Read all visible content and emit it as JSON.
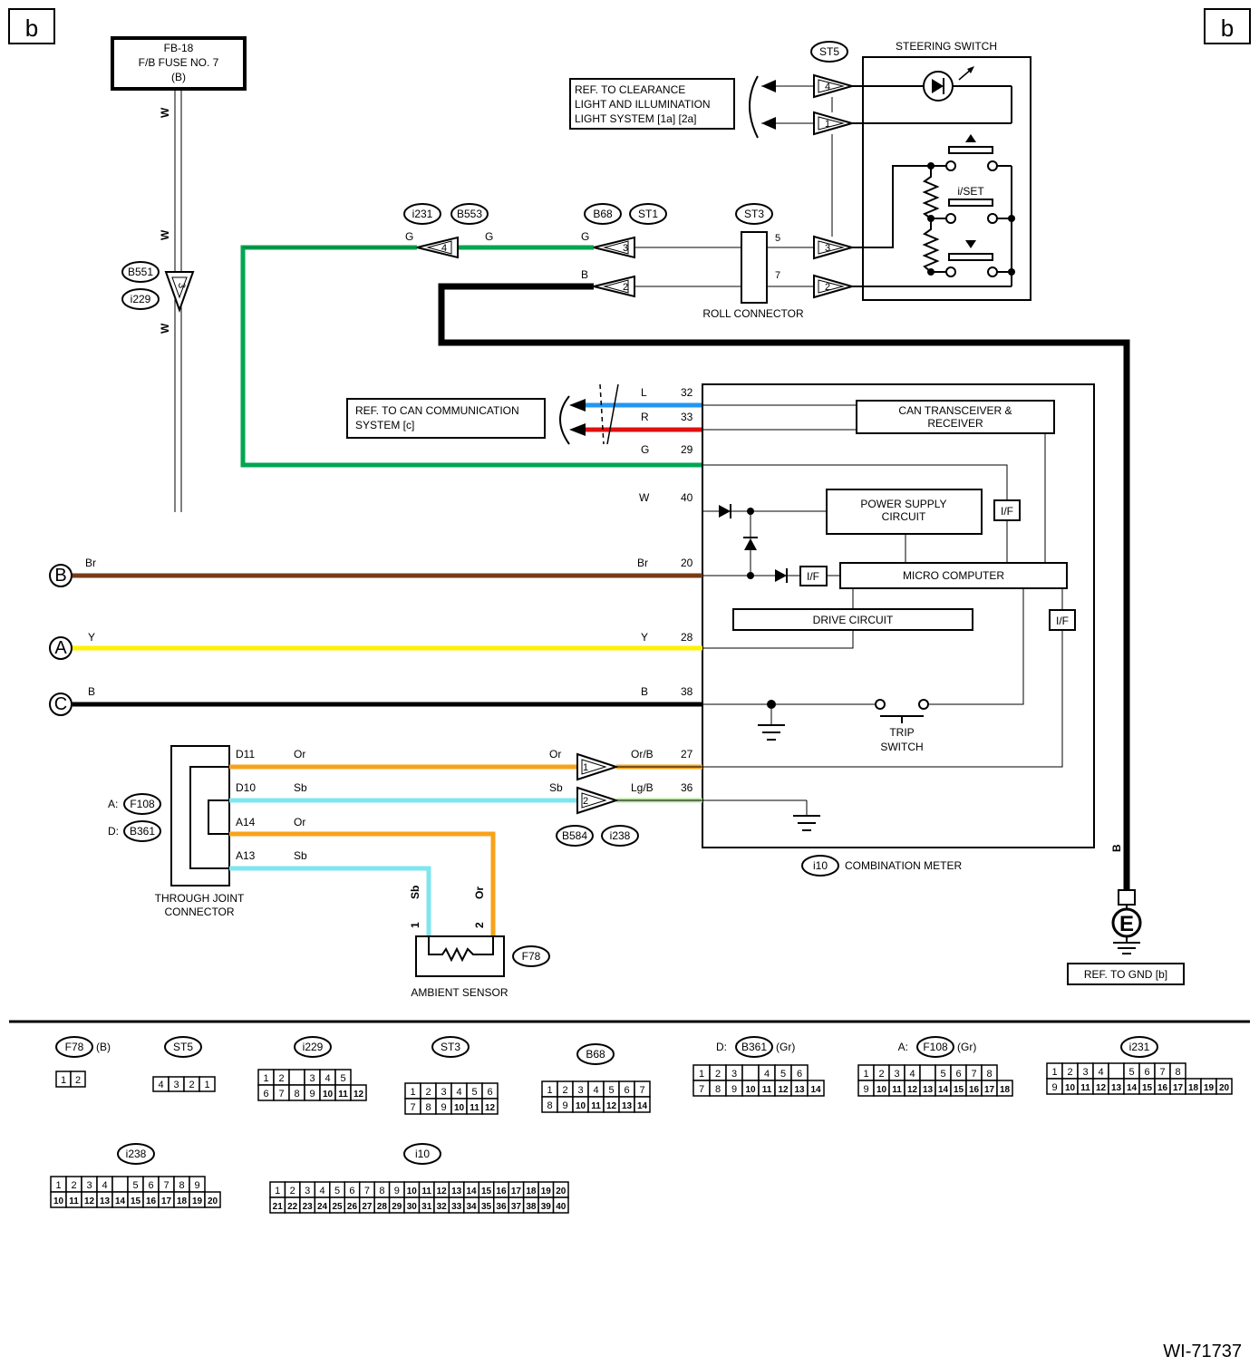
{
  "corner_labels": [
    "b",
    "b"
  ],
  "footer_code": "WI-71737",
  "fuse": {
    "line1": "FB-18",
    "line2": "F/B FUSE NO. 7",
    "line3": "(B)"
  },
  "wire_labels": {
    "w": "W",
    "g": "G",
    "b": "B",
    "l": "L",
    "r": "R",
    "br": "Br",
    "y": "Y",
    "or": "Or",
    "sb": "Sb",
    "orb": "Or/B",
    "lgb": "Lg/B"
  },
  "connectors": {
    "b551": "B551",
    "i229": "i229",
    "i231": "i231",
    "b553": "B553",
    "b68": "B68",
    "st1": "ST1",
    "st3": "ST3",
    "st5": "ST5",
    "b584": "B584",
    "i238": "i238",
    "i10": "i10",
    "f108": "F108",
    "b361": "B361",
    "f78": "F78"
  },
  "pins": {
    "p1": "1",
    "p2": "2",
    "p3": "3",
    "p4": "4",
    "p5": "5",
    "p7": "7",
    "m32": "32",
    "m33": "33",
    "m29": "29",
    "m40": "40",
    "m20": "20",
    "m28": "28",
    "m38": "38",
    "m27": "27",
    "m36": "36",
    "d11": "D11",
    "d10": "D10",
    "a14": "A14",
    "a13": "A13"
  },
  "refs": {
    "clearance": [
      "REF. TO CLEARANCE",
      "LIGHT AND ILLUMINATION",
      "LIGHT SYSTEM [1a] [2a]"
    ],
    "can": [
      "REF. TO CAN COMMUNICATION",
      "SYSTEM [c]"
    ],
    "gnd": "REF. TO GND [b]"
  },
  "components": {
    "steering_switch": "STEERING SWITCH",
    "iset": "i/SET",
    "roll_connector": "ROLL CONNECTOR",
    "can_transceiver": [
      "CAN TRANSCEIVER &",
      "RECEIVER"
    ],
    "power_supply": [
      "POWER SUPPLY",
      "CIRCUIT"
    ],
    "micro_computer": "MICRO COMPUTER",
    "drive_circuit": "DRIVE CIRCUIT",
    "if": "I/F",
    "trip_switch": [
      "TRIP",
      "SWITCH"
    ],
    "combination_meter": "COMBINATION METER",
    "through_joint": [
      "THROUGH JOINT",
      "CONNECTOR"
    ],
    "ambient_sensor": "AMBIENT SENSOR",
    "ground_symbol": "E"
  },
  "side_terminals": [
    "B",
    "A",
    "C"
  ],
  "prefixes": {
    "a": "A:",
    "d": "D:"
  },
  "colors": {
    "green": "#00a651",
    "blue": "#2196f3",
    "red": "#e01010",
    "brown": "#7a3b14",
    "yellow": "#fff200",
    "orange": "#f7a21b",
    "sky": "#7fe6f0",
    "lightgreen": "#b8e6a0",
    "black": "#000000"
  },
  "legend": [
    {
      "name": "F78",
      "suffix": "(B)",
      "rows": [
        [
          "1",
          "2"
        ]
      ]
    },
    {
      "name": "ST5",
      "suffix": "",
      "rows": [
        [
          "4",
          "3",
          "2",
          "1"
        ]
      ]
    },
    {
      "name": "i229",
      "suffix": "",
      "rows": [
        [
          "1",
          "2",
          "",
          "3",
          "4",
          "5"
        ],
        [
          "6",
          "7",
          "8",
          "9",
          "10",
          "11",
          "12"
        ]
      ]
    },
    {
      "name": "ST3",
      "suffix": "",
      "rows": [
        [
          "1",
          "2",
          "3",
          "4",
          "5",
          "6"
        ],
        [
          "7",
          "8",
          "9",
          "10",
          "11",
          "12"
        ]
      ]
    },
    {
      "name": "B68",
      "suffix": "",
      "rows": [
        [
          "1",
          "2",
          "3",
          "4",
          "5",
          "6",
          "7"
        ],
        [
          "8",
          "9",
          "10",
          "11",
          "12",
          "13",
          "14"
        ]
      ]
    },
    {
      "name": "B361",
      "prefix": "D:",
      "suffix": "(Gr)",
      "rows": [
        [
          "1",
          "2",
          "3",
          "",
          "4",
          "5",
          "6"
        ],
        [
          "7",
          "8",
          "9",
          "10",
          "11",
          "12",
          "13",
          "14"
        ]
      ]
    },
    {
      "name": "F108",
      "prefix": "A:",
      "suffix": "(Gr)",
      "rows": [
        [
          "1",
          "2",
          "3",
          "4",
          "",
          "5",
          "6",
          "7",
          "8"
        ],
        [
          "9",
          "10",
          "11",
          "12",
          "13",
          "14",
          "15",
          "16",
          "17",
          "18"
        ]
      ]
    },
    {
      "name": "i231",
      "suffix": "",
      "rows": [
        [
          "1",
          "2",
          "3",
          "4",
          "",
          "5",
          "6",
          "7",
          "8"
        ],
        [
          "9",
          "10",
          "11",
          "12",
          "13",
          "14",
          "15",
          "16",
          "17",
          "18",
          "19",
          "20"
        ]
      ]
    },
    {
      "name": "i238",
      "suffix": "",
      "rows": [
        [
          "1",
          "2",
          "3",
          "4",
          "",
          "5",
          "6",
          "7",
          "8",
          "9"
        ],
        [
          "10",
          "11",
          "12",
          "13",
          "14",
          "15",
          "16",
          "17",
          "18",
          "19",
          "20"
        ]
      ]
    },
    {
      "name": "i10",
      "suffix": "",
      "rows": [
        [
          "1",
          "2",
          "3",
          "4",
          "5",
          "6",
          "7",
          "8",
          "9",
          "10",
          "11",
          "12",
          "13",
          "14",
          "15",
          "16",
          "17",
          "18",
          "19",
          "20"
        ],
        [
          "21",
          "22",
          "23",
          "24",
          "25",
          "26",
          "27",
          "28",
          "29",
          "30",
          "31",
          "32",
          "33",
          "34",
          "35",
          "36",
          "37",
          "38",
          "39",
          "40"
        ]
      ]
    }
  ]
}
